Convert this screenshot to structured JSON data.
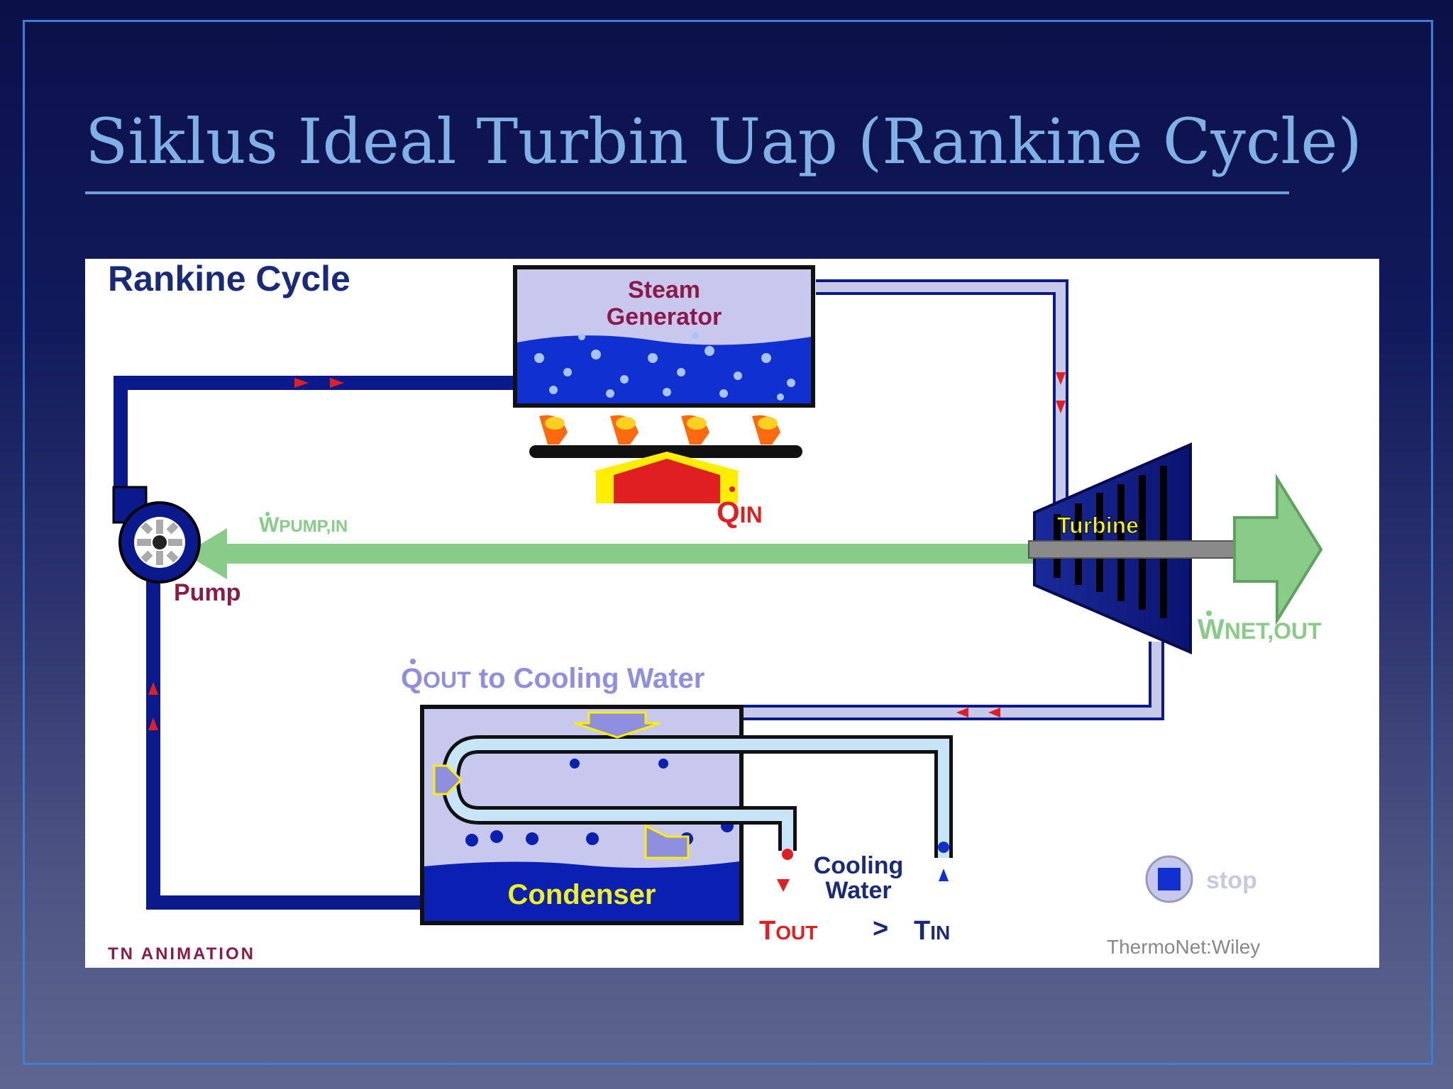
{
  "slide": {
    "title": "Siklus Ideal Turbin Uap (Rankine Cycle)"
  },
  "diagram": {
    "heading": "Rankine Cycle",
    "steam_generator": [
      "Steam",
      "Generator"
    ],
    "q_in": {
      "main": "Q",
      "sub": "IN"
    },
    "w_pump_in": {
      "main": "W",
      "sub": "PUMP,IN"
    },
    "turbine": "Turbine",
    "w_net_out": {
      "main": "W",
      "sub": "NET,OUT"
    },
    "pump": "Pump",
    "q_out": {
      "main": "Q",
      "sub": "OUT",
      "rest": " to Cooling Water"
    },
    "condenser": "Condenser",
    "cooling_water": [
      "Cooling",
      "Water"
    ],
    "t_out": {
      "main": "T",
      "sub": "OUT"
    },
    "comparison": ">",
    "t_in": {
      "main": "T",
      "sub": "IN"
    },
    "stop_button": "stop",
    "credit_left": "TN ANIMATION",
    "credit_right": "ThermoNet:Wiley"
  },
  "colors": {
    "pipe_dark": "#0a1a8c",
    "pipe_light": "#c8c8e8",
    "heading": "#1a2a7a",
    "steam_label": "#8b1a4a",
    "q_in": "#e02020",
    "work_arrow": "#88cc88",
    "turbine_label": "#f0f020",
    "condenser_label": "#f0f020",
    "q_out": "#8f8fe0",
    "t_out": "#e02020",
    "t_in": "#1a2a7a"
  },
  "icons": [
    "pump-icon",
    "flame-icon",
    "heat-arrow-icon",
    "flow-arrow-icon",
    "stop-icon"
  ]
}
